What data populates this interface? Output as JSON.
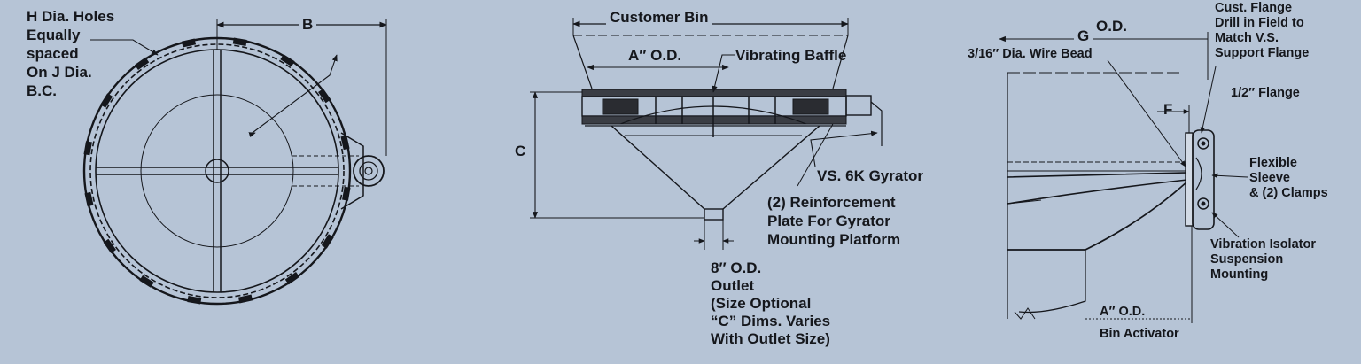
{
  "colors": {
    "background": "#b6c4d6",
    "ink": "#15171c",
    "hatch": "#3a3d44"
  },
  "left_view": {
    "holes_note": [
      "H Dia. Holes",
      "Equally",
      "spaced",
      "On J Dia.",
      "B.C."
    ],
    "dim_b": "B"
  },
  "center_view": {
    "customer_bin": "Customer Bin",
    "a_od": "A″ O.D.",
    "vibrating_baffle": "Vibrating Baffle",
    "dim_c": "C",
    "gyrator": "VS. 6K Gyrator",
    "reinforcement": [
      "(2) Reinforcement",
      "Plate For Gyrator",
      "Mounting Platform"
    ],
    "outlet": [
      "8″ O.D.",
      "Outlet",
      "(Size Optional",
      "“C” Dims. Varies",
      "With Outlet Size)"
    ]
  },
  "right_view": {
    "g_od_g": "G",
    "g_od_od": "O.D.",
    "wire_bead": "3/16″ Dia. Wire Bead",
    "cust_flange": [
      "Cust. Flange",
      "Drill in Field to",
      "Match V.S.",
      "Support Flange"
    ],
    "half_flange": "1/2″ Flange",
    "dim_f": "F",
    "flexible_sleeve": [
      "Flexible",
      "Sleeve",
      "& (2) Clamps"
    ],
    "isolator": [
      "Vibration Isolator",
      "Suspension",
      "Mounting"
    ],
    "a_od": "A″ O.D.",
    "bin_activator": "Bin Activator"
  }
}
